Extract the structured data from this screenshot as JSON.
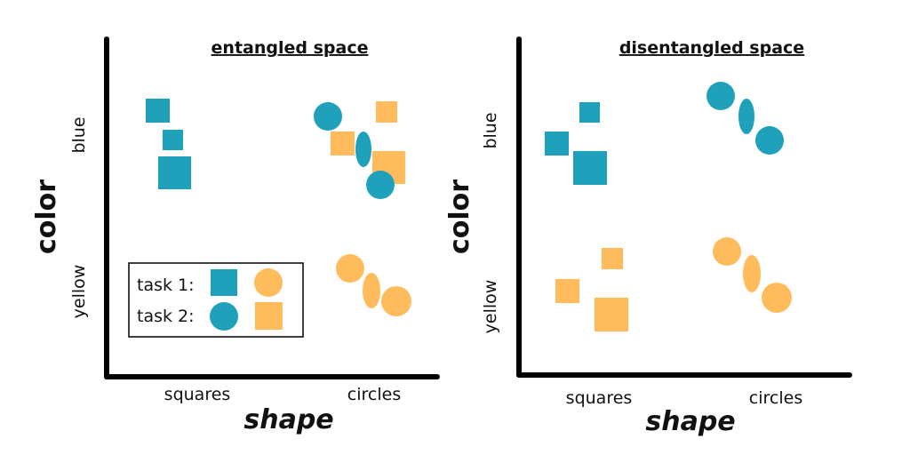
{
  "colors": {
    "blue": "#1fa1bb",
    "yellow": "#ffbb5c",
    "axis": "#000000"
  },
  "panels": [
    {
      "title": "entangled space",
      "xlabel": "shape",
      "ylabel": "color",
      "x_ticks": [
        "squares",
        "circles"
      ],
      "y_ticks": [
        "blue",
        "yellow"
      ]
    },
    {
      "title": "disentangled space",
      "xlabel": "shape",
      "ylabel": "color",
      "x_ticks": [
        "squares",
        "circles"
      ],
      "y_ticks": [
        "blue",
        "yellow"
      ]
    }
  ],
  "legend": {
    "task1": "task 1:",
    "task2": "task 2:",
    "task1_shapes": [
      "blue square",
      "yellow circle"
    ],
    "task2_shapes": [
      "blue circle",
      "yellow square"
    ]
  }
}
